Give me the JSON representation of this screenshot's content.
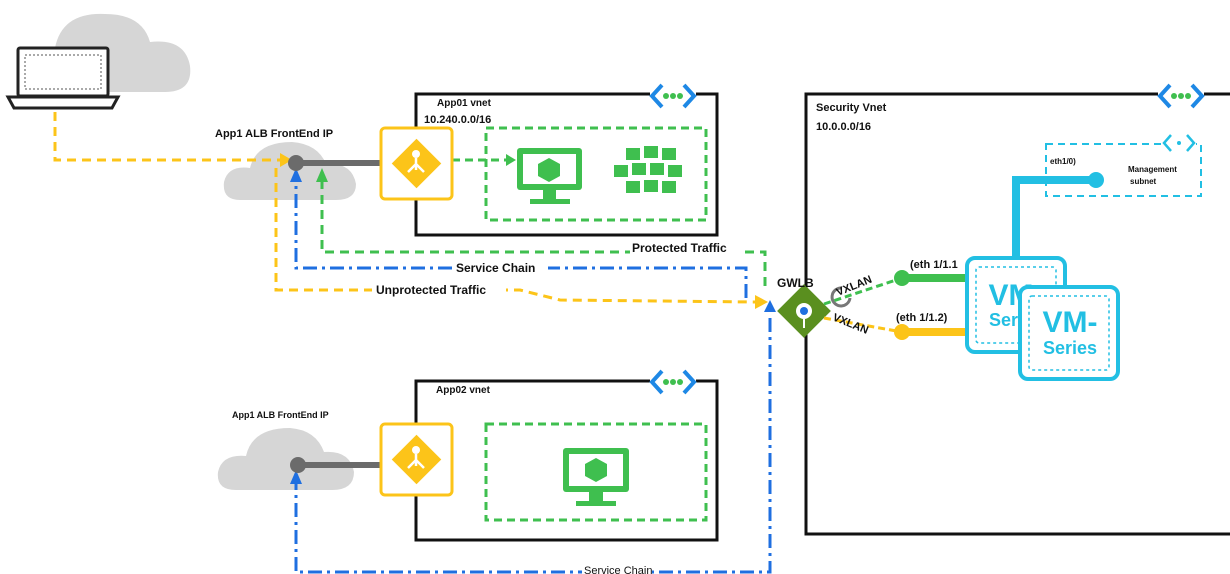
{
  "app01_vnet": {
    "title": "App01 vnet",
    "cidr": "10.240.0.0/16"
  },
  "app02_vnet": {
    "title": "App02 vnet"
  },
  "security_vnet": {
    "title": "Security Vnet",
    "cidr": "10.0.0.0/16"
  },
  "management": {
    "port": "eth1/0)",
    "label_line1": "Management",
    "label_line2": "subnet"
  },
  "alb_label_top": "App1 ALB FrontEnd IP",
  "alb_label_bottom": "App1 ALB FrontEnd IP",
  "gwlb_label": "GWLB",
  "vxlan_top": "VXLAN",
  "vxlan_bottom": "VXLAN",
  "eth_top": "(eth 1/1.1",
  "eth_bottom": "(eth 1/1.2)",
  "vm_series_back": {
    "line1": "VM-",
    "line2": "Series"
  },
  "vm_series_front": {
    "line1": "VM-",
    "line2": "Series"
  },
  "flows": {
    "protected": "Protected Traffic",
    "service_chain_top": "Service Chain",
    "unprotected": "Unprotected Traffic",
    "service_chain_bottom": "Service Chain"
  },
  "colors": {
    "yellow": "#fcc419",
    "green": "#3fbf4f",
    "blue": "#1f6fe0",
    "cyan": "#22bfe3",
    "cloud": "#d6d6d6",
    "gray_line": "#6b6b6b"
  }
}
